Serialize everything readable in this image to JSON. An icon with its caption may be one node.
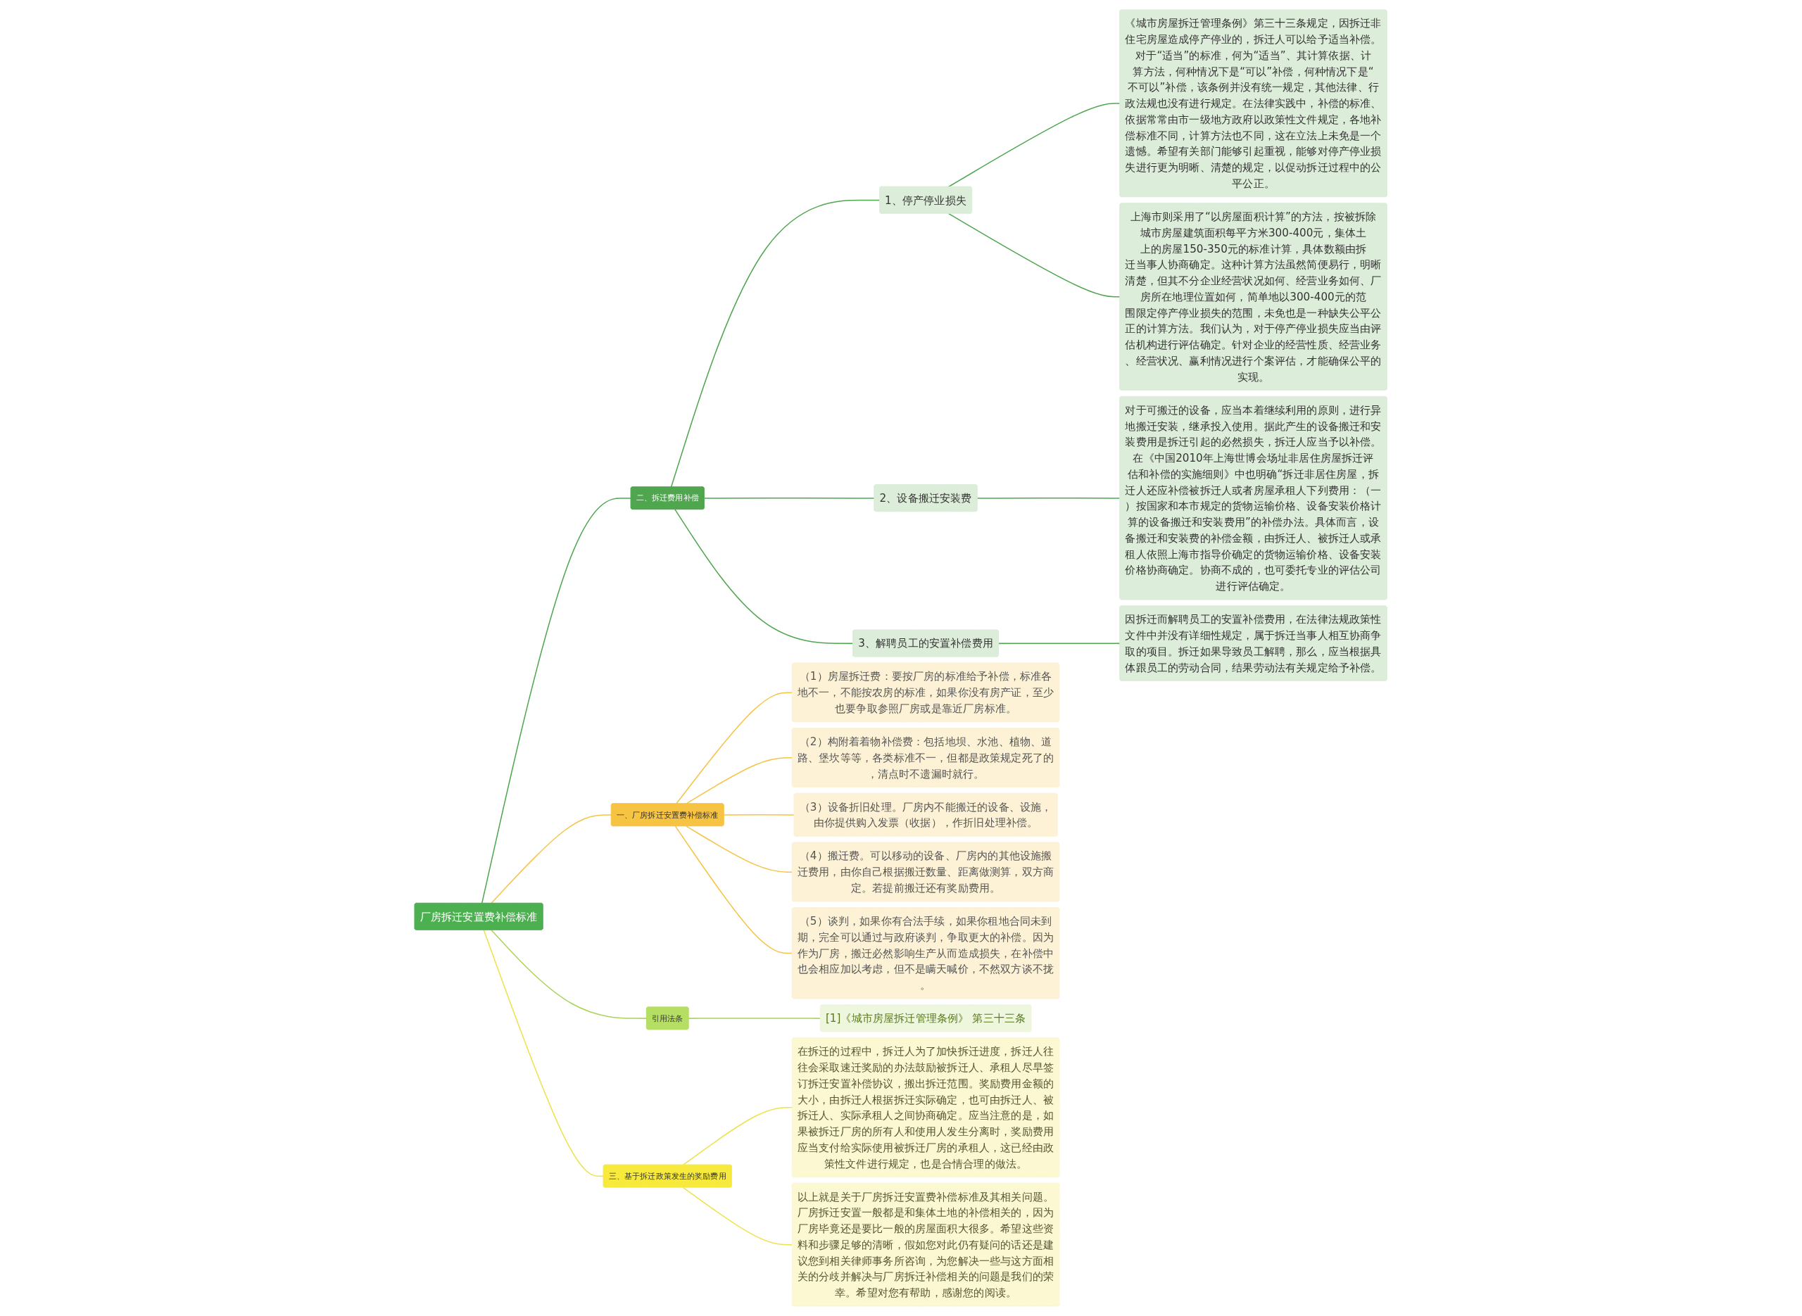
{
  "diagram": {
    "nodes": [
      {
        "text": [
          "厂房拆迁安置费补偿标准"
        ]
      },
      {
        "text": [
          "一、厂房拆迁安置费补偿标准"
        ]
      },
      {
        "text": [
          "（1）房屋拆迁费：要按厂房的标准给予补偿，标准各地不一，不能按农房的标准，如果你没有房产证，至少也要争取参照厂房或是靠近厂房标准。"
        ]
      },
      {
        "text": [
          "（2）构附着着物补偿费：包括地坝、水池、植物、道路、堡坎等等，各类标准不一，但都是政策规定死了的，清点时不遗漏时就行。"
        ]
      },
      {
        "text": [
          "（3）设备折旧处理。厂房内不能搬迁的设备、设施，由你提供购入发票（收据），作折旧处理补偿。"
        ]
      },
      {
        "text": [
          "（4）搬迁费。可以移动的设备、厂房内的其他设施搬迁费用，由你自己根据搬迁数量、距离做测算，双方商定。若提前搬迁还有奖励费用。"
        ]
      },
      {
        "text": [
          "（5）谈判，如果你有合法手续，如果你租地合同未到期，完全可以通过与政府谈判，争取更大的补偿。因为作为厂房，搬迁必然影响生产从而造成损失，在补偿中也会相应加以考虑，但不是瞒天喊价，不然双方谈不拢。"
        ]
      },
      {
        "text": [
          "二、拆迁费用补偿"
        ]
      },
      {
        "text": [
          "1、停产停业损失"
        ]
      },
      {
        "text": [
          "《城市房屋拆迁管理条例》第三十三条规定，因拆迁非住宅房屋造成停产停业的，拆迁人可以给予适当补偿。对于“适当”的标准，何为“适当”、其计算依据、计算方法，何种情况下是“可以”补偿，何种情况下是“不可以”补偿，该条例并没有统一规定，其他法律、行政法规也没有进行规定。在法律实践中，补偿的标准、依据常常由市一级地方政府以政策性文件规定，各地补偿标准不同，计算方法也不同，这在立法上未免是一个遗憾。希望有关部门能够引起重视，能够对停产停业损失进行更为明晰、清楚的规定，以促动拆迁过程中的公平公正。"
        ]
      },
      {
        "text": [
          "上海市则采用了“以房屋面积计算”的方法，按被拆除城市房屋建筑面积每平方米300-400元，集体土上的房屋150-350元的标准计算，具体数额由拆迁当事人协商确定。这种计算方法虽然简便易行，明晰清楚，但其不分企业经营状况如何、经营业务如何、厂房所在地理位置如何，简单地以300-400元的范围限定停产停业损失的范围，未免也是一种缺失公平公正的计算方法。我们认为，对于停产停业损失应当由评估机构进行评估确定。针对企业的经营性质、经营业务、经营状况、赢利情况进行个案评估，才能确保公平的实现。"
        ]
      },
      {
        "text": [
          "2、设备搬迁安装费"
        ]
      },
      {
        "text": [
          "对于可搬迁的设备，应当本着继续利用的原则，进行异地搬迁安装，继承投入使用。据此产生的设备搬迁和安装费用是拆迁引起的必然损失，拆迁人应当予以补偿。在《中国2010年上海世博会场址非居住房屋拆迁评估和补偿的实施细则》中也明确“拆迁非居住房屋，拆迁人还应补偿被拆迁人或者房屋承租人下列费用：（一）按国家和本市规定的货物运输价格、设备安装价格计算的设备搬迁和安装费用”的补偿办法。具体而言，设备搬迁和安装费的补偿金额，由拆迁人、被拆迁人或承租人依照上海市指导价确定的货物运输价格、设备安装价格协商确定。协商不成的，也可委托专业的评估公司进行评估确定。"
        ]
      },
      {
        "text": [
          "3、解聘员工的安置补偿费用"
        ]
      },
      {
        "text": [
          "因拆迁而解聘员工的安置补偿费用，在法律法规政策性文件中并没有详细性规定，属于拆迁当事人相互协商争取的项目。拆迁如果导致员工解聘，那么，应当根据具体跟员工的劳动合同，结果劳动法有关规定给予补偿。"
        ]
      },
      {
        "text": [
          "引用法条"
        ]
      },
      {
        "text": [
          "[1]《城市房屋拆迁管理条例》 第三十三条"
        ]
      },
      {
        "text": [
          "三、基于拆迁政策发生的奖励费用"
        ]
      },
      {
        "text": [
          "在拆迁的过程中，拆迁人为了加快拆迁进度，拆迁人往往会采取速迁奖励的办法鼓励被拆迁人、承租人尽早签订拆迁安置补偿协议，搬出拆迁范围。奖励费用金额的大小，由拆迁人根据拆迁实际确定，也可由拆迁人、被拆迁人、实际承租人之间协商确定。应当注意的是，如果被拆迁厂房的所有人和使用人发生分离时，奖励费用应当支付给实际使用被拆迁厂房的承租人，这已经由政策性文件进行规定，也是合情合理的做法。"
        ]
      },
      {
        "text": [
          "以上就是关于厂房拆迁安置费补偿标准及其相关问题。厂房拆迁安置一般都是和集体土地的补偿相关的，因为厂房毕竟还是要比一般的房屋面积大很多。希望这些资料和步骤足够的清晰，假如您对此仍有疑问的话还是建议您到相关律师事务所咨询，为您解决一些与这方面相关的分歧并解决与厂房拆迁补偿相关的问题是我们的荣幸。希望对您有帮助，感谢您的阅读。"
        ]
      }
    ],
    "edges": [
      {
        "from": 0,
        "to": 1,
        "arrow": "none",
        "color": "#f5c445"
      },
      {
        "from": 1,
        "to": 2,
        "arrow": "none",
        "color": "#f5c445"
      },
      {
        "from": 1,
        "to": 3,
        "arrow": "none",
        "color": "#f5c445"
      },
      {
        "from": 1,
        "to": 4,
        "arrow": "none",
        "color": "#f5c445"
      },
      {
        "from": 1,
        "to": 5,
        "arrow": "none",
        "color": "#f5c445"
      },
      {
        "from": 1,
        "to": 6,
        "arrow": "none",
        "color": "#f5c445"
      },
      {
        "from": 0,
        "to": 7,
        "arrow": "none"
      },
      {
        "from": 7,
        "to": 8,
        "arrow": "none"
      },
      {
        "from": 8,
        "to": 9,
        "arrow": "none"
      },
      {
        "from": 8,
        "to": 10,
        "arrow": "none"
      },
      {
        "from": 7,
        "to": 11,
        "arrow": "none"
      },
      {
        "from": 11,
        "to": 12,
        "arrow": "none"
      },
      {
        "from": 7,
        "to": 13,
        "arrow": "none"
      },
      {
        "from": 13,
        "to": 14,
        "arrow": "none"
      },
      {
        "from": 0,
        "to": 15,
        "arrow": "none",
        "color": "#a8d45a"
      },
      {
        "from": 15,
        "to": 16,
        "arrow": "none",
        "color": "#a8d45a"
      },
      {
        "from": 0,
        "to": 17,
        "arrow": "none",
        "color": "#ece24a"
      },
      {
        "from": 17,
        "to": 18,
        "arrow": "none",
        "color": "#ece24a"
      },
      {
        "from": 17,
        "to": 19,
        "arrow": "none",
        "color": "#ece24a"
      }
    ]
  }
}
